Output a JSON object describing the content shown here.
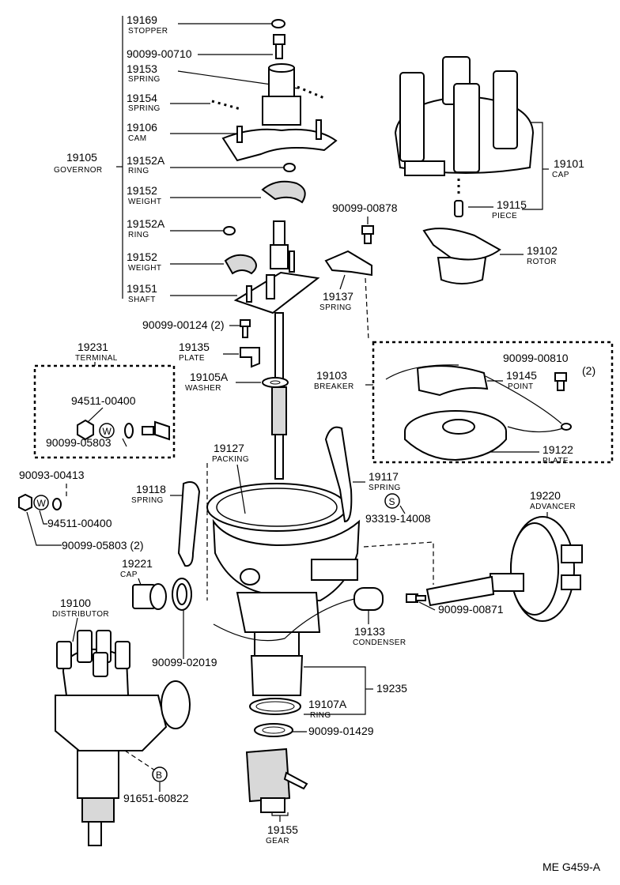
{
  "diagram_code": "ME  G459-A",
  "parts": {
    "p19169": {
      "num": "19169",
      "name": "STOPPER"
    },
    "p90099_00710": {
      "num": "90099-00710"
    },
    "p19153": {
      "num": "19153",
      "name": "SPRING"
    },
    "p19154": {
      "num": "19154",
      "name": "SPRING"
    },
    "p19106": {
      "num": "19106",
      "name": "CAM"
    },
    "p19105": {
      "num": "19105",
      "name": "GOVERNOR"
    },
    "p19152A_1": {
      "num": "19152A",
      "name": "RING"
    },
    "p19152_1": {
      "num": "19152",
      "name": "WEIGHT"
    },
    "p19152A_2": {
      "num": "19152A",
      "name": "RING"
    },
    "p19152_2": {
      "num": "19152",
      "name": "WEIGHT"
    },
    "p19151": {
      "num": "19151",
      "name": "SHAFT"
    },
    "p90099_00124": {
      "num": "90099-00124 (2)"
    },
    "p19231": {
      "num": "19231",
      "name": "TERMINAL"
    },
    "p94511_00400_a": {
      "num": "94511-00400"
    },
    "p90099_05803_a": {
      "num": "90099-05803"
    },
    "p19135": {
      "num": "19135",
      "name": "PLATE"
    },
    "p19105A": {
      "num": "19105A",
      "name": "WASHER"
    },
    "p19127": {
      "num": "19127",
      "name": "PACKING"
    },
    "p90093_00413": {
      "num": "90093-00413"
    },
    "p94511_00400_b": {
      "num": "94511-00400"
    },
    "p90099_05803_b": {
      "num": "90099-05803 (2)"
    },
    "p19118": {
      "num": "19118",
      "name": "SPRING"
    },
    "p19221": {
      "num": "19221",
      "name": "CAP"
    },
    "p19100": {
      "num": "19100",
      "name": "DISTRIBUTOR"
    },
    "p90099_02019": {
      "num": "90099-02019"
    },
    "p91651_60822": {
      "num": "91651-60822"
    },
    "p19101": {
      "num": "19101",
      "name": "CAP"
    },
    "p19115": {
      "num": "19115",
      "name": "PIECE"
    },
    "p90099_00878": {
      "num": "90099-00878"
    },
    "p19102": {
      "num": "19102",
      "name": "ROTOR"
    },
    "p19137": {
      "num": "19137",
      "name": "SPRING"
    },
    "p90099_00810": {
      "num": "90099-00810",
      "qty": "(2)"
    },
    "p19145": {
      "num": "19145",
      "name": "POINT"
    },
    "p19103": {
      "num": "19103",
      "name": "BREAKER"
    },
    "p19122": {
      "num": "19122",
      "name": "PLATE"
    },
    "p19117": {
      "num": "19117",
      "name": "SPRING"
    },
    "p93319_14008": {
      "num": "93319-14008"
    },
    "p19220": {
      "num": "19220",
      "name": "ADVANCER"
    },
    "p90099_00871": {
      "num": "90099-00871"
    },
    "p19133": {
      "num": "19133",
      "name": "CONDENSER"
    },
    "p19235": {
      "num": "19235"
    },
    "p19107A": {
      "num": "19107A",
      "name": "RING"
    },
    "p90099_01429": {
      "num": "90099-01429"
    },
    "p19155": {
      "num": "19155",
      "name": "GEAR"
    }
  },
  "markers": {
    "s": "S",
    "w": "W",
    "b": "B"
  }
}
